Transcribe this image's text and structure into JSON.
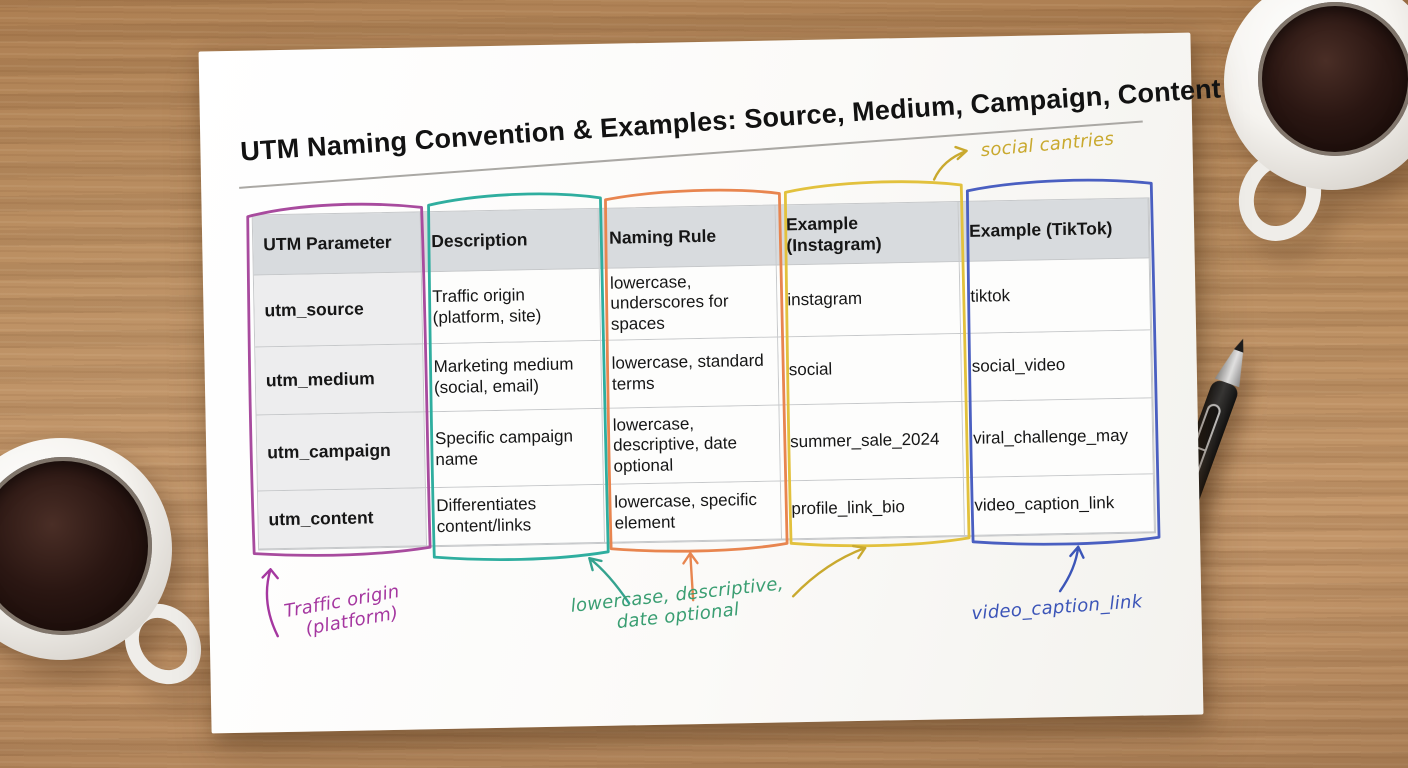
{
  "document": {
    "title": "UTM Naming Convention & Examples: Source, Medium, Campaign, Content",
    "table": {
      "headers": [
        "UTM Parameter",
        "Description",
        "Naming Rule",
        "Example (Instagram)",
        "Example (TikTok)"
      ],
      "rows": [
        {
          "param": "utm_source",
          "description": "Traffic origin (platform, site)",
          "rule": "lowercase, underscores for spaces",
          "example_instagram": "instagram",
          "example_tiktok": "tiktok"
        },
        {
          "param": "utm_medium",
          "description": "Marketing medium (social, email)",
          "rule": "lowercase, standard terms",
          "example_instagram": "social",
          "example_tiktok": "social_video"
        },
        {
          "param": "utm_campaign",
          "description": "Specific campaign name",
          "rule": "lowercase, descriptive, date optional",
          "example_instagram": "summer_sale_2024",
          "example_tiktok": "viral_challenge_may"
        },
        {
          "param": "utm_content",
          "description": "Differentiates content/links",
          "rule": "lowercase, specific element",
          "example_instagram": "profile_link_bio",
          "example_tiktok": "video_caption_link"
        }
      ]
    },
    "annotations": {
      "social_examples": "social cantries",
      "traffic_origin_line1": "Traffic origin",
      "traffic_origin_line2": "(platform)",
      "naming_rule_line1": "lowercase, descriptive,",
      "naming_rule_line2": "date optional",
      "tiktok_example": "video_caption_link"
    }
  },
  "colors": {
    "box_purple": "#a84b9e",
    "box_teal": "#2fae9f",
    "box_orange": "#e8854f",
    "box_yellow": "#e2c13d",
    "box_blue": "#4a5fc1",
    "ink_purple": "#a537a0",
    "ink_teal": "#35a38f",
    "ink_green": "#3a9e72",
    "ink_yellow": "#c9a92e",
    "ink_blue": "#3c55b8",
    "header_bg": "#d8dbde",
    "param_col_bg": "#ededee",
    "paper": "#fbfaf8",
    "wood": "#b98c5e"
  }
}
